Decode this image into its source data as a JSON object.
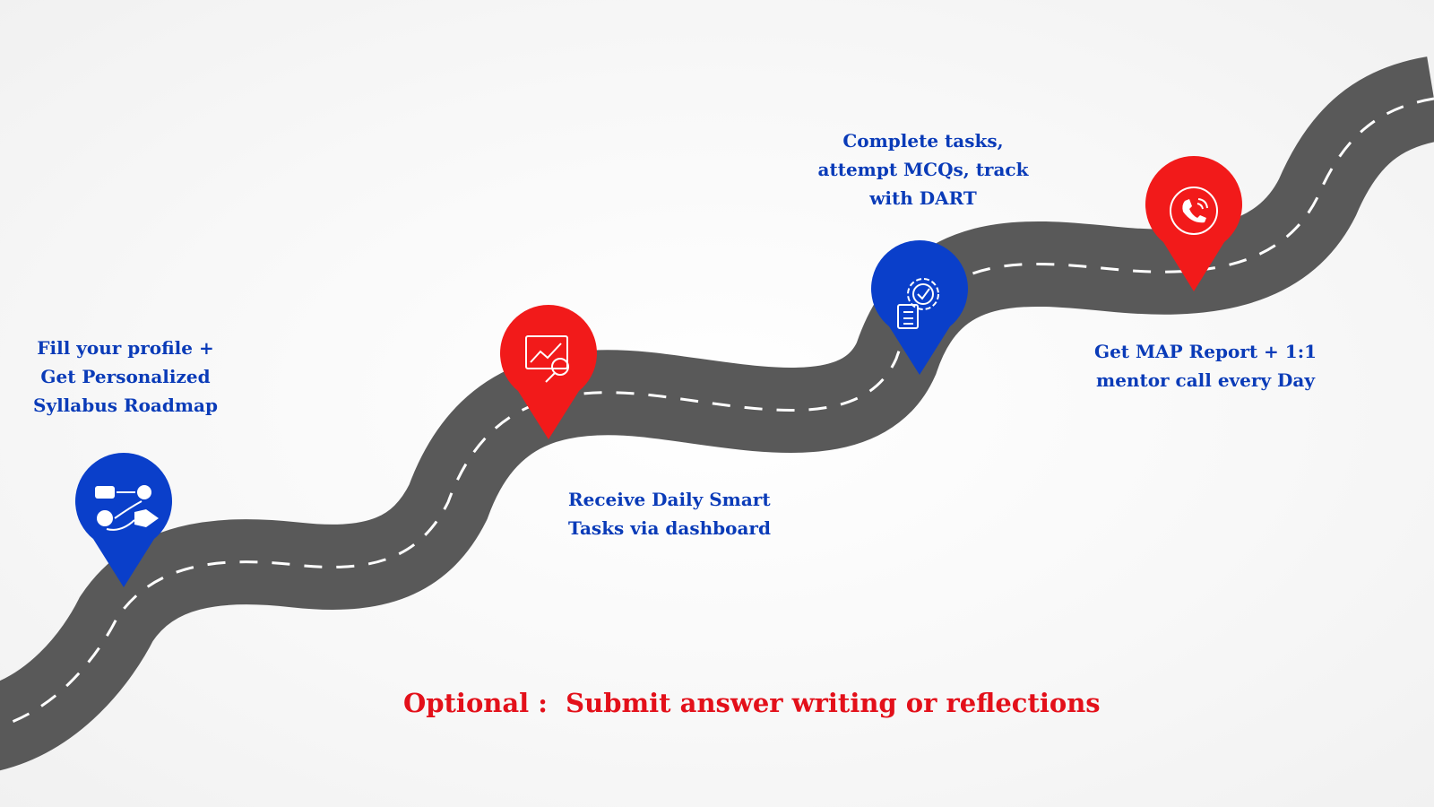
{
  "colors": {
    "road": "#595959",
    "lane": "#ffffff",
    "pin_blue": "#0a3fca",
    "pin_red": "#f21a1a",
    "text_blue": "#0a3bb8",
    "text_red": "#e3101a"
  },
  "steps": [
    {
      "color": "blue",
      "icon": "workflow-icon",
      "lines": [
        "Fill your profile +",
        "Get Personalized",
        "Syllabus Roadmap"
      ]
    },
    {
      "color": "red",
      "icon": "chart-search-icon",
      "lines": [
        "Receive Daily Smart",
        "Tasks via dashboard"
      ]
    },
    {
      "color": "blue",
      "icon": "gear-checklist-icon",
      "lines": [
        "Complete tasks,",
        "attempt MCQs, track",
        "with DART"
      ]
    },
    {
      "color": "red",
      "icon": "phone-call-icon",
      "lines": [
        "Get MAP Report + 1:1",
        "mentor call every Day"
      ]
    }
  ],
  "optional_note": "Optional :  Submit answer writing or reflections"
}
